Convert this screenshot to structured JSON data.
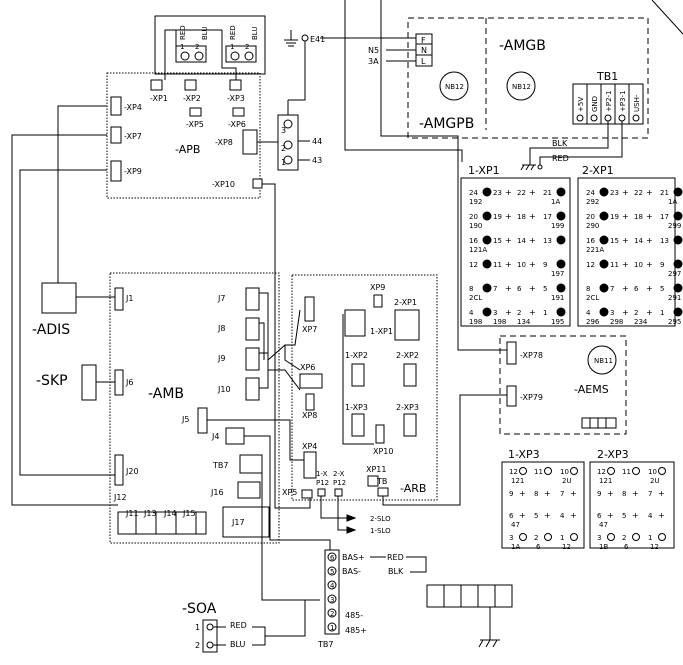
{
  "labels": {
    "E41": "E41",
    "N5": "N5",
    "A3": "3A",
    "F": "F",
    "N": "N",
    "L": "L",
    "AMGB": "-AMGB",
    "AMGPB": "-AMGPB",
    "NB12": "NB12",
    "TB1": "TB1",
    "tb1_5v": "+5V",
    "tb1_gnd": "GND",
    "tb1_p21": "+P2-1",
    "tb1_p31": "+P3-1",
    "tb1_ush": "USH-",
    "BLK": "BLK",
    "RED": "RED",
    "RED1": "RED",
    "BLU1": "BLU",
    "RED2": "RED",
    "BLU2": "BLU",
    "XP1": "-XP1",
    "XP2": "-XP2",
    "XP3": "-XP3",
    "XP4": "-XP4",
    "XP5a": "-XP5",
    "XP6a": "-XP6",
    "XP7": "-XP7",
    "XP8": "-XP8",
    "XP9": "-XP9",
    "XP10": "-XP10",
    "APB": "-APB",
    "n44": "44",
    "n43": "43",
    "c3": "3",
    "c2": "2",
    "c1": "1",
    "ADIS": "-ADIS",
    "SKP": "-SKP",
    "AMB": "-AMB",
    "J1": "J1",
    "J4": "J4",
    "J5": "J5",
    "J6": "J6",
    "J7": "J7",
    "J8": "J8",
    "J9": "J9",
    "J10": "J10",
    "J11": "J11",
    "J12": "J12",
    "J13": "J13",
    "J14": "J14",
    "J15": "J15",
    "J16": "J16",
    "J17": "J17",
    "J20": "J20",
    "TB7a": "TB7",
    "ARB": "-ARB",
    "XP9b": "XP9",
    "XP7b": "XP7",
    "XP6b": "XP6",
    "XP8b": "XP8",
    "XP4b": "XP4",
    "XP5b": "XP5",
    "XP10b": "XP10",
    "XP11b": "XP11",
    "TBb": "TB",
    "r2XP1": "2-XP1",
    "r1XP1": "1-XP1",
    "r1XP2": "1-XP2",
    "r2XP2": "2-XP2",
    "r1XP3": "1-XP3",
    "r2XP3": "2-XP3",
    "p1X": "1-X",
    "p2X": "2-X",
    "P12a": "P12",
    "P12b": "P12",
    "SLO2": "2-SLO",
    "SLO1": "1-SLO",
    "BAS_P": "BAS+",
    "BAS_M": "BAS-",
    "RED3": "RED",
    "BLK3": "BLK",
    "v485m": "485-",
    "v485p": "485+",
    "TB7b": "TB7",
    "SOA": "-SOA",
    "s1": "1",
    "s2": "2",
    "RED4": "RED",
    "BLU4": "BLU",
    "t1XP1": "1-XP1",
    "t2XP1": "2-XP1",
    "AEMS": "-AEMS",
    "NB11": "NB11",
    "XP78": "-XP78",
    "XP79": "-XP79",
    "t1XP3": "1-XP3",
    "t2XP3": "2-XP3"
  },
  "xp1_1": [
    [
      "24",
      "23",
      "22",
      "21"
    ],
    [
      "192",
      "",
      "",
      "1A"
    ],
    [
      "20",
      "19",
      "18",
      "17"
    ],
    [
      "190",
      "",
      "",
      "199"
    ],
    [
      "16",
      "15",
      "14",
      "13"
    ],
    [
      "121A",
      "",
      "",
      ""
    ],
    [
      "12",
      "11",
      "10",
      "9"
    ],
    [
      "",
      "",
      "",
      "197"
    ],
    [
      "8",
      "7",
      "6",
      "5"
    ],
    [
      "2CL",
      "",
      "",
      "191"
    ],
    [
      "4",
      "3",
      "2",
      "1"
    ],
    [
      "198",
      "198",
      "134",
      "195"
    ]
  ],
  "xp1_2": [
    [
      "24",
      "23",
      "22",
      "21"
    ],
    [
      "292",
      "",
      "",
      "1A"
    ],
    [
      "20",
      "19",
      "18",
      "17"
    ],
    [
      "290",
      "",
      "",
      "299"
    ],
    [
      "16",
      "15",
      "14",
      "13"
    ],
    [
      "221A",
      "",
      "",
      ""
    ],
    [
      "12",
      "11",
      "10",
      "9"
    ],
    [
      "",
      "",
      "",
      "297"
    ],
    [
      "8",
      "7",
      "6",
      "5"
    ],
    [
      "2CL",
      "",
      "",
      "291"
    ],
    [
      "4",
      "3",
      "2",
      "1"
    ],
    [
      "296",
      "298",
      "234",
      "295"
    ]
  ],
  "xp3_1": [
    [
      "12",
      "11",
      "10"
    ],
    [
      "121",
      "",
      "2U"
    ],
    [
      "9",
      "8",
      "7"
    ],
    [
      "6",
      "5",
      "4"
    ],
    [
      "47",
      "",
      ""
    ],
    [
      "3",
      "2",
      "1"
    ],
    [
      "1A",
      "6",
      "12"
    ]
  ],
  "xp3_2": [
    [
      "12",
      "11",
      "10"
    ],
    [
      "121",
      "",
      "2U"
    ],
    [
      "9",
      "8",
      "7"
    ],
    [
      "6",
      "5",
      "4"
    ],
    [
      "47",
      "",
      ""
    ],
    [
      "3",
      "2",
      "1"
    ],
    [
      "1B",
      "6",
      "12"
    ]
  ],
  "xp3_1_marks": [
    "o",
    "-",
    "o",
    "+",
    "+",
    "+",
    "o",
    "o",
    "o"
  ],
  "xp3_2_marks": [
    "o",
    "+",
    "o",
    "+",
    "+",
    "+",
    "o",
    "o",
    "o"
  ]
}
